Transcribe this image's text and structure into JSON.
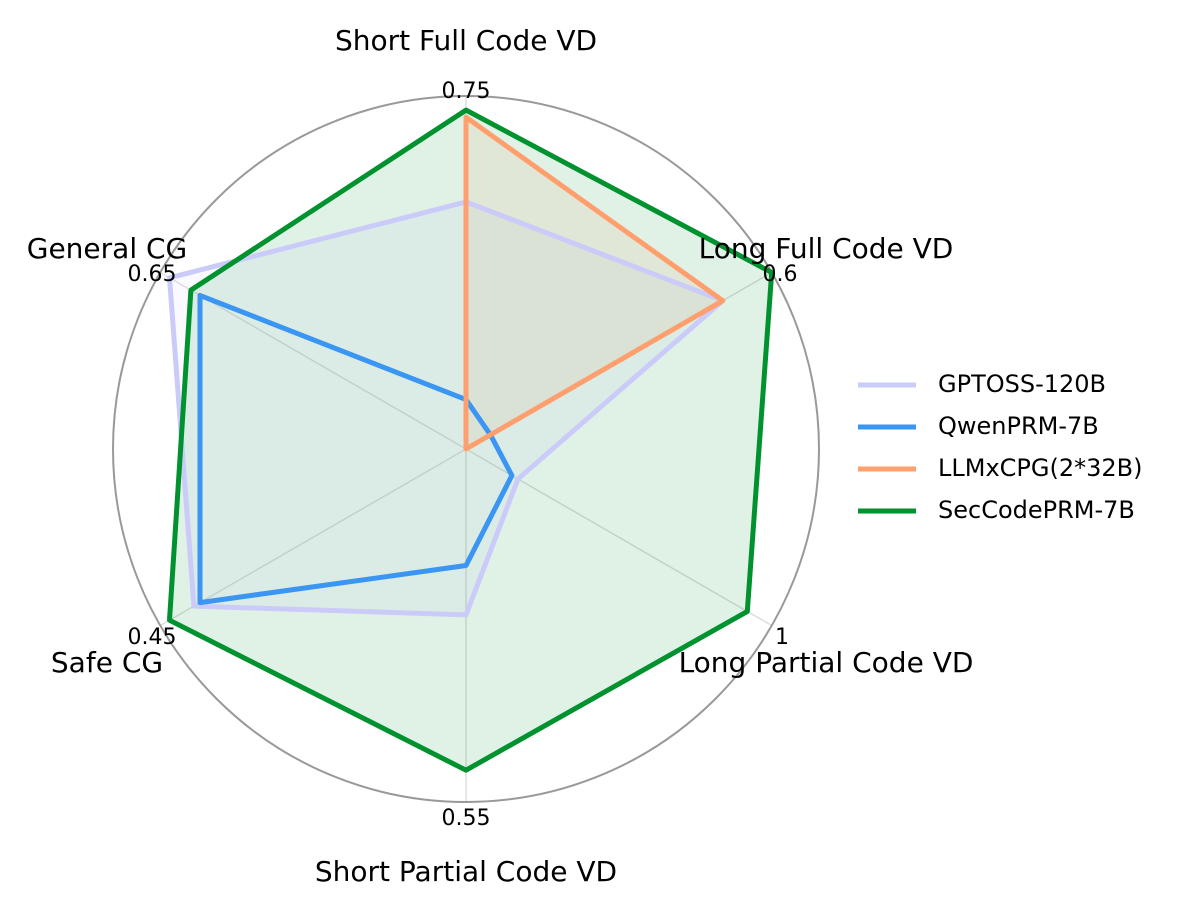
{
  "chart_data": {
    "type": "radar",
    "axes": [
      {
        "label": "Short Full Code VD",
        "max": "0.75"
      },
      {
        "label": "Long Full Code VD",
        "max": "0.6"
      },
      {
        "label": "Long Partial Code VD",
        "max": "1"
      },
      {
        "label": "Short Partial Code VD",
        "max": "0.55"
      },
      {
        "label": "Safe CG",
        "max": "0.45"
      },
      {
        "label": "General CG",
        "max": "0.65"
      }
    ],
    "value_scale": "each axis normalized to its printed maximum (0 at center, 1 at outer circle)",
    "series": [
      {
        "name": "GPTOSS-120B",
        "color": "#cbcbfa",
        "fill": true,
        "values": [
          0.7,
          0.84,
          0.17,
          0.47,
          0.89,
          0.97
        ]
      },
      {
        "name": "QwenPRM-7B",
        "color": "#3a96f2",
        "fill": false,
        "values": [
          0.14,
          0.08,
          0.15,
          0.33,
          0.87,
          0.87
        ]
      },
      {
        "name": "LLMxCPG(2*32B)",
        "color": "#ff9f6e",
        "fill": true,
        "values": [
          0.94,
          0.84,
          0.0,
          0.0,
          0.0,
          0.0
        ]
      },
      {
        "name": "SecCodePRM-7B",
        "color": "#00922f",
        "fill": true,
        "values": [
          0.96,
          1.0,
          0.92,
          0.91,
          0.97,
          0.9
        ]
      }
    ],
    "legend_position": "right",
    "grid": "outer circle only with spokes"
  }
}
